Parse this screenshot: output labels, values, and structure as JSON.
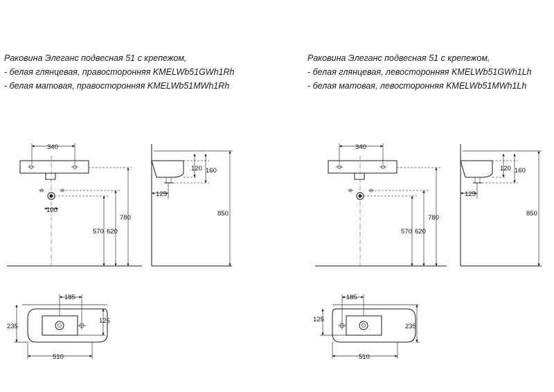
{
  "left_caption": {
    "line1": "Раковина Элеганс подвесная 51 с крепежом,",
    "line2": "- белая глянцевая, правосторонняя  KMELWb51GWh1Rh",
    "line3": "- белая матовая, правосторонняя  KMELWb51MWh1Rh"
  },
  "right_caption": {
    "line1": "Раковина Элеганс подвесная 51 с крепежом,",
    "line2": "- белая глянцевая, левосторонняя  KMELWb51GWh1Lh",
    "line3": "- белая матовая, левосторонняя  KMELWb51MWh1Lh"
  },
  "dims": {
    "width": "340",
    "drain_offset": "100",
    "h_drain": "570",
    "h_supply": "620",
    "h_rim": "780",
    "depth_120": "120",
    "depth_160": "160",
    "wall_125": "125",
    "h_wall": "850",
    "top_185": "185",
    "top_235": "235",
    "top_125": "125",
    "top_510": "510"
  }
}
